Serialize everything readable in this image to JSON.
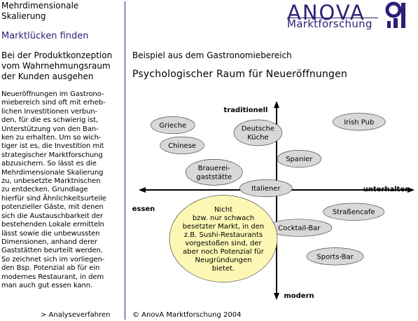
{
  "sidebar": {
    "topic_lines": [
      "Mehrdimensionale",
      "Skalierung"
    ],
    "section_title": "Marktlücken finden",
    "intro_lines": [
      "Bei der Produktkonzeption",
      "vom Wahrnehmungsraum",
      "der Kunden ausgehen"
    ],
    "body_lines": [
      "Neueröffnungen im Gastrono-",
      "miebereich sind oft mit erheb-",
      "lichen Investitionen verbun-",
      "den, für die es schwierig ist,",
      "Unterstützung von den Ban-",
      "ken zu erhalten. Um so wich-",
      "tiger ist es, die Investition mit",
      "strategischer Marktforschung",
      "abzusichern. So lässt es die",
      "Mehrdimensionale Skalierung",
      "zu, unbesetzte Marktnischen",
      "zu entdecken. Grundlage",
      "hierfür sind Ähnlichkeitsurteile",
      "potenzieller Gäste, mit denen",
      "sich die Austauschbarkeit der",
      "bestehenden Lokale ermitteln",
      "lässt sowie die unbewussten",
      "Dimensionen, anhand derer",
      "Gaststätten beurteilt werden.",
      "So zeichnet sich im vorliegen-",
      "den Bsp. Potenzial ab für ein",
      "modernes Restaurant, in dem",
      "man auch gut essen kann."
    ],
    "nav_link": "> Analyseverfahren"
  },
  "header": {
    "logo_text": "ANOVA",
    "logo_subtitle": "Marktforschung",
    "brand_color": "#2b1f78"
  },
  "main": {
    "example_label": "Beispiel aus dem Gastronomiebereich",
    "chart_title": "Psychologischer Raum für Neueröffnungen",
    "footer": "© AnovA Marktforschung 2004"
  },
  "chart_data": {
    "type": "scatter",
    "axes": {
      "y_positive": "traditionell",
      "y_negative": "modern",
      "x_positive": "unterhalten",
      "x_negative": "essen"
    },
    "points": [
      {
        "lines": [
          "Grieche"
        ],
        "x": -0.78,
        "y": 0.77
      },
      {
        "lines": [
          "Chinese"
        ],
        "x": -0.71,
        "y": 0.53
      },
      {
        "lines": [
          "Deutsche",
          "Küche"
        ],
        "x": -0.14,
        "y": 0.68
      },
      {
        "lines": [
          "Irish Pub"
        ],
        "x": 0.62,
        "y": 0.81
      },
      {
        "lines": [
          "Spanier"
        ],
        "x": 0.17,
        "y": 0.37
      },
      {
        "lines": [
          "Brauerei-",
          "gaststätte"
        ],
        "x": -0.47,
        "y": 0.21
      },
      {
        "lines": [
          "Italiener"
        ],
        "x": -0.08,
        "y": 0.02
      },
      {
        "lines": [
          "Straßencafe"
        ],
        "x": 0.58,
        "y": -0.26
      },
      {
        "lines": [
          "Cocktail-Bar"
        ],
        "x": 0.17,
        "y": -0.45
      },
      {
        "lines": [
          "Sports-Bar"
        ],
        "x": 0.44,
        "y": -0.79
      }
    ],
    "gap": {
      "lines": [
        "Nicht",
        "bzw. nur schwach",
        "besetzter Markt, in den",
        "z.B. Sushi-Restaurants",
        "vorgestoßen sind, der",
        "aber noch Potenzial für",
        "Neugründungen",
        "bietet."
      ],
      "x": -0.4,
      "y": -0.58
    },
    "colors": {
      "bubble_fill": "#d8d8d8",
      "gap_fill": "#fcf7b4",
      "axis": "#000000"
    }
  }
}
